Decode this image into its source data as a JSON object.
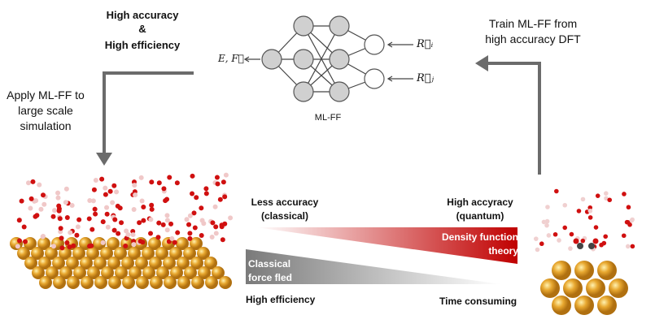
{
  "top_left": {
    "line1": "High accuracy",
    "line2": "&",
    "line3": "High efficiency"
  },
  "apply": {
    "line1": "Apply ML-FF to",
    "line2": "large scale",
    "line3": "simulation"
  },
  "train": {
    "line1": "Train ML-FF from",
    "line2": "high accuracy DFT"
  },
  "network": {
    "label": "ML-FF",
    "output": "E, F⃗",
    "input1": "R⃗ᵢ",
    "input2": "R⃗ⱼ"
  },
  "scale": {
    "less_accuracy": {
      "line1": "Less accuracy",
      "line2": "(classical)"
    },
    "high_accuracy": {
      "line1": "High accyracy",
      "line2": "(quantum)"
    },
    "dft": {
      "line1": "Density function",
      "line2": "theory"
    },
    "classical": {
      "line1": "Classical",
      "line2": "force fled"
    },
    "high_efficiency": "High efficiency",
    "time_consuming": "Time consuming"
  },
  "colors": {
    "dft": "#c00000",
    "classical": "#7f7f7f",
    "arrow": "#6b6b6b",
    "gold": "#e8a830"
  }
}
